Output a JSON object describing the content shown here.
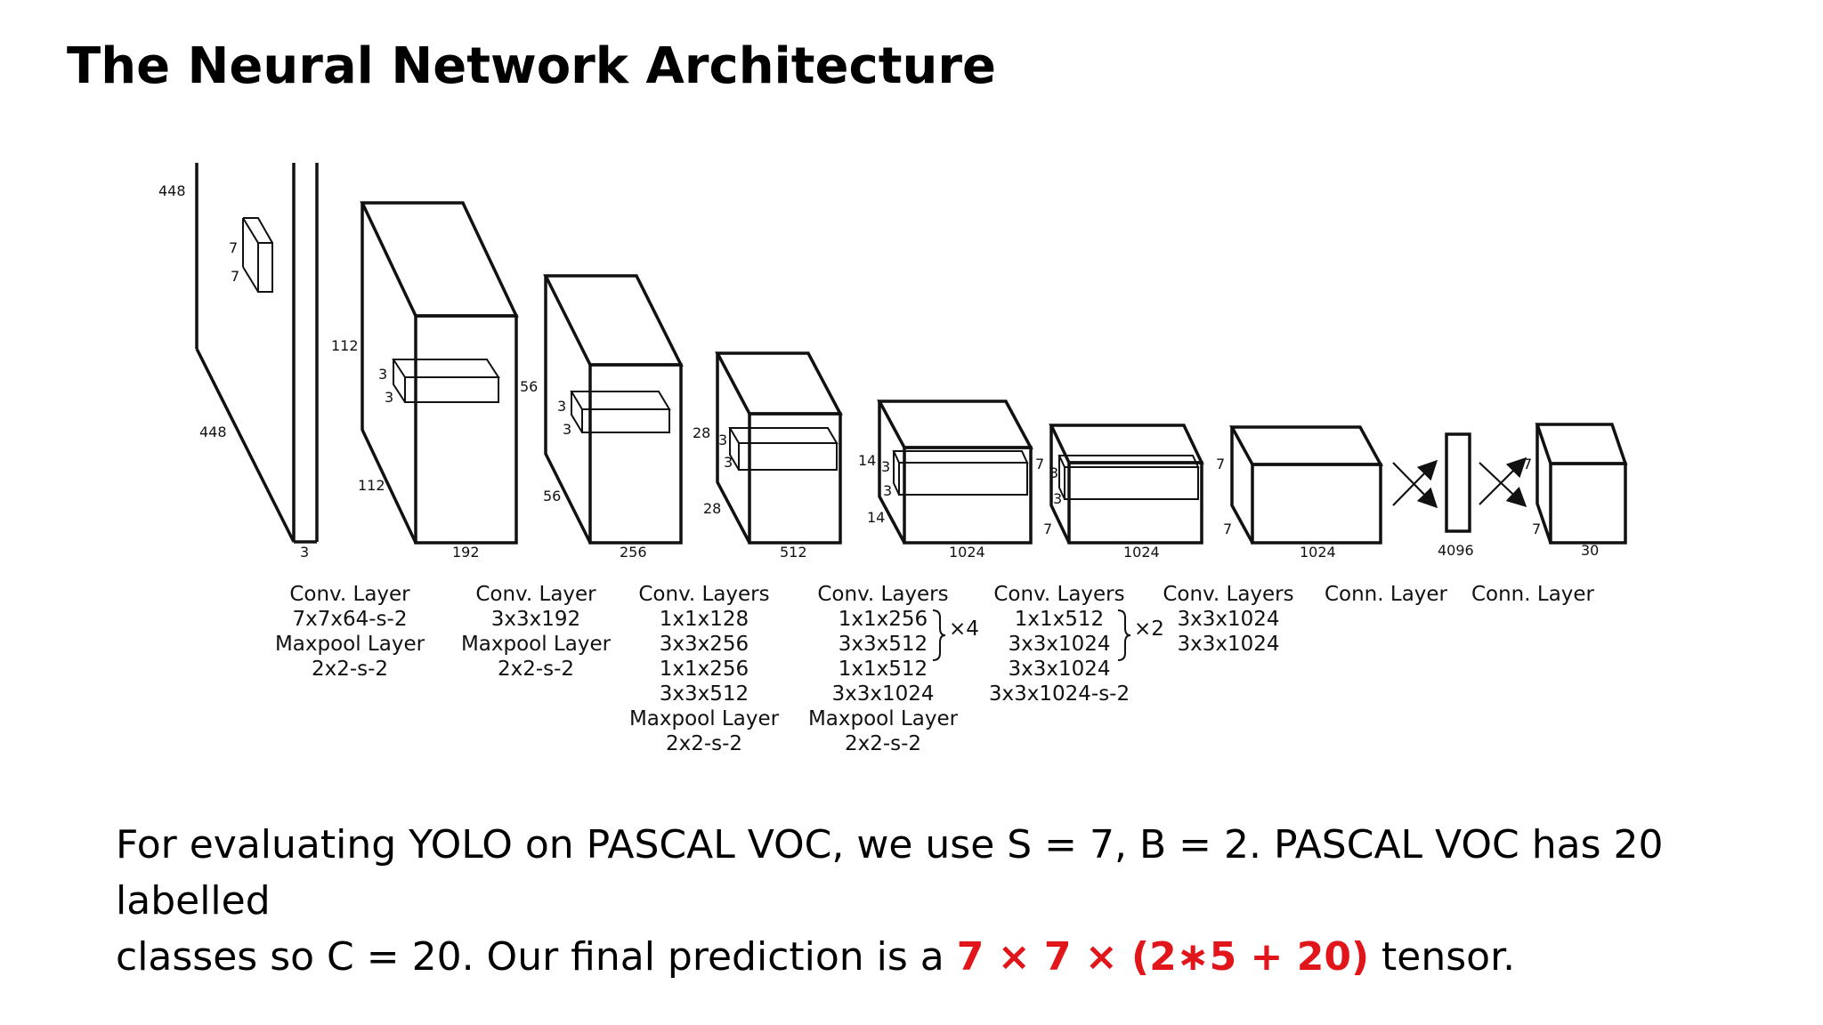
{
  "title": "The Neural Network Architecture",
  "diagram": {
    "layers": [
      {
        "input_dims": {
          "width": "448",
          "height": "448",
          "depth": "3"
        },
        "kernel": {
          "size_a": "7",
          "size_b": "7"
        },
        "caption": [
          "Conv. Layer",
          "7x7x64-s-2",
          "Maxpool Layer",
          "2x2-s-2"
        ]
      },
      {
        "dims": {
          "height": "112",
          "width": "112",
          "depth": "192"
        },
        "kernel": {
          "size_a": "3",
          "size_b": "3"
        },
        "caption": [
          "Conv. Layer",
          "3x3x192",
          "Maxpool Layer",
          "2x2-s-2"
        ]
      },
      {
        "dims": {
          "height": "56",
          "width": "56",
          "depth": "256"
        },
        "kernel": {
          "size_a": "3",
          "size_b": "3"
        },
        "caption": [
          "Conv. Layers",
          "1x1x128",
          "3x3x256",
          "1x1x256",
          "3x3x512",
          "Maxpool Layer",
          "2x2-s-2"
        ]
      },
      {
        "dims": {
          "height": "28",
          "width": "28",
          "depth": "512"
        },
        "kernel": {
          "size_a": "3",
          "size_b": "3"
        },
        "caption": [
          "Conv. Layers",
          "1x1x256",
          "3x3x512",
          "1x1x512",
          "3x3x1024",
          "Maxpool Layer",
          "2x2-s-2"
        ],
        "repeat": "×4"
      },
      {
        "dims": {
          "height": "14",
          "width": "14",
          "depth": "1024"
        },
        "kernel": {
          "size_a": "3",
          "size_b": "3"
        },
        "caption": [
          "Conv. Layers",
          "1x1x512",
          "3x3x1024",
          "3x3x1024",
          "3x3x1024-s-2"
        ],
        "repeat": "×2"
      },
      {
        "dims": {
          "height": "7",
          "width": "7",
          "depth": "1024"
        },
        "kernel": {
          "size_a": "3",
          "size_b": "3"
        },
        "caption": [
          "Conv. Layers",
          "3x3x1024",
          "3x3x1024"
        ]
      },
      {
        "dims": {
          "height": "7",
          "width": "7",
          "depth": "1024"
        },
        "caption": [
          "Conn. Layer"
        ]
      },
      {
        "dims": {
          "depth": "4096"
        },
        "caption": [
          "Conn. Layer"
        ]
      },
      {
        "dims": {
          "height": "7",
          "width": "7",
          "depth": "30"
        }
      }
    ]
  },
  "caption": {
    "line1": "For evaluating YOLO on PASCAL VOC, we use S = 7, B = 2. PASCAL VOC has 20 labelled",
    "line2_pre": "classes so C = 20. Our final prediction is a ",
    "line2_highlight": "7 × 7 × (2∗5 + 20)",
    "line2_post": " tensor."
  },
  "colors": {
    "highlight": "#e0161b",
    "text": "#000000"
  }
}
